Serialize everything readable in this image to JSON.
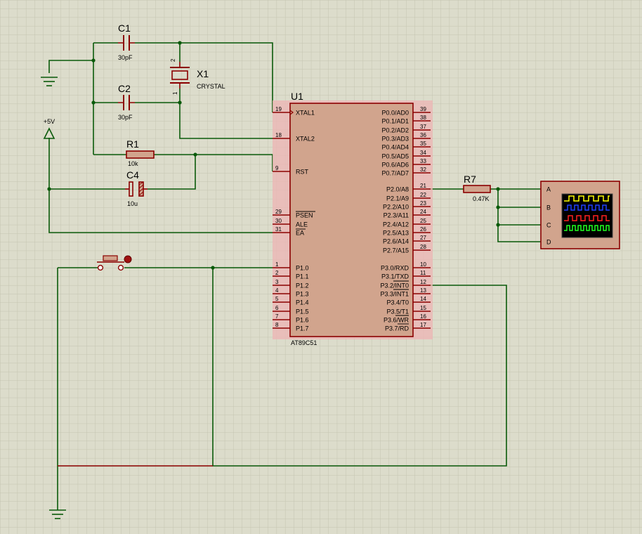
{
  "colors": {
    "background": "#dcdccb",
    "grid": "#c4c4b0",
    "wire": "#0a5a0a",
    "pin": "#8b0000",
    "chip_fill": "#d1a48d",
    "chip_highlight": "#eeb4b4",
    "label": "#000000"
  },
  "components": {
    "c1": {
      "ref": "C1",
      "value": "30pF"
    },
    "c2": {
      "ref": "C2",
      "value": "30pF"
    },
    "x1": {
      "ref": "X1",
      "value": "CRYSTAL",
      "pin_top": "2",
      "pin_bottom": "1"
    },
    "r1": {
      "ref": "R1",
      "value": "10k"
    },
    "c4": {
      "ref": "C4",
      "value": "10u"
    },
    "r7": {
      "ref": "R7",
      "value": "0.47K"
    },
    "power": {
      "label": "+5V"
    }
  },
  "chip": {
    "ref": "U1",
    "part": "AT89C51",
    "left_pins": [
      {
        "num": "19",
        "name": "XTAL1"
      },
      {
        "num": "18",
        "name": "XTAL2"
      },
      {
        "num": "9",
        "name": "RST"
      },
      {
        "num": "29",
        "name": "PSEN"
      },
      {
        "num": "30",
        "name": "ALE"
      },
      {
        "num": "31",
        "name": "EA"
      },
      {
        "num": "1",
        "name": "P1.0"
      },
      {
        "num": "2",
        "name": "P1.1"
      },
      {
        "num": "3",
        "name": "P1.2"
      },
      {
        "num": "4",
        "name": "P1.3"
      },
      {
        "num": "5",
        "name": "P1.4"
      },
      {
        "num": "6",
        "name": "P1.5"
      },
      {
        "num": "7",
        "name": "P1.6"
      },
      {
        "num": "8",
        "name": "P1.7"
      }
    ],
    "right_pins": [
      {
        "num": "39",
        "name": "P0.0/AD0"
      },
      {
        "num": "38",
        "name": "P0.1/AD1"
      },
      {
        "num": "37",
        "name": "P0.2/AD2"
      },
      {
        "num": "36",
        "name": "P0.3/AD3"
      },
      {
        "num": "35",
        "name": "P0.4/AD4"
      },
      {
        "num": "34",
        "name": "P0.5/AD5"
      },
      {
        "num": "33",
        "name": "P0.6/AD6"
      },
      {
        "num": "32",
        "name": "P0.7/AD7"
      },
      {
        "num": "21",
        "name": "P2.0/A8"
      },
      {
        "num": "22",
        "name": "P2.1/A9"
      },
      {
        "num": "23",
        "name": "P2.2/A10"
      },
      {
        "num": "24",
        "name": "P2.3/A11"
      },
      {
        "num": "25",
        "name": "P2.4/A12"
      },
      {
        "num": "26",
        "name": "P2.5/A13"
      },
      {
        "num": "27",
        "name": "P2.6/A14"
      },
      {
        "num": "28",
        "name": "P2.7/A15"
      },
      {
        "num": "10",
        "name": "P3.0/RXD"
      },
      {
        "num": "11",
        "name": "P3.1/TXD"
      },
      {
        "num": "12",
        "name": "P3.2/INT0"
      },
      {
        "num": "13",
        "name": "P3.3/INT1"
      },
      {
        "num": "14",
        "name": "P3.4/T0"
      },
      {
        "num": "15",
        "name": "P3.5/T1"
      },
      {
        "num": "16",
        "name": "P3.6/WR"
      },
      {
        "num": "17",
        "name": "P3.7/RD"
      }
    ]
  },
  "scope": {
    "channels": [
      {
        "label": "A",
        "color": "#ffff00"
      },
      {
        "label": "B",
        "color": "#2040ff"
      },
      {
        "label": "C",
        "color": "#ff2020"
      },
      {
        "label": "D",
        "color": "#20ff20"
      }
    ]
  }
}
